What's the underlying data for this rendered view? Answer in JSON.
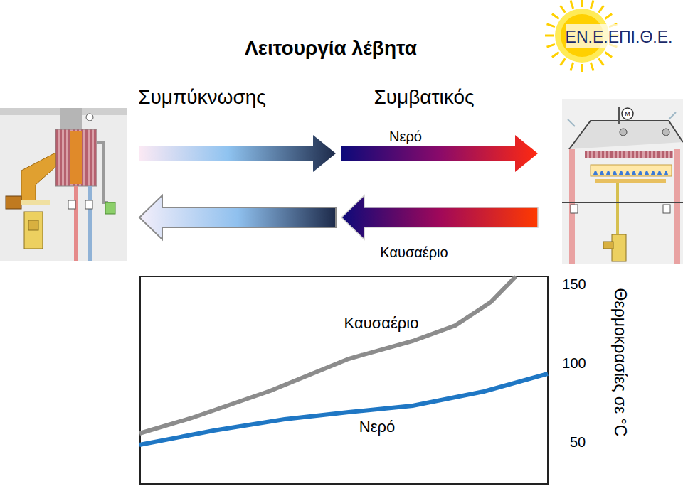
{
  "diagram": {
    "title": "Λειτουργία λέβητα",
    "labels": [
      "ΕΝ.Ε.ΕΠΙ.Θ.Ε.",
      "Συμπύκνωσης",
      "Συμβατικός",
      "Νερό",
      "Καυσαέριο",
      "Καυσαέριο",
      "Νερό",
      "150",
      "100",
      "50",
      "Θερμοκρασίες σε °C",
      "M"
    ]
  }
}
